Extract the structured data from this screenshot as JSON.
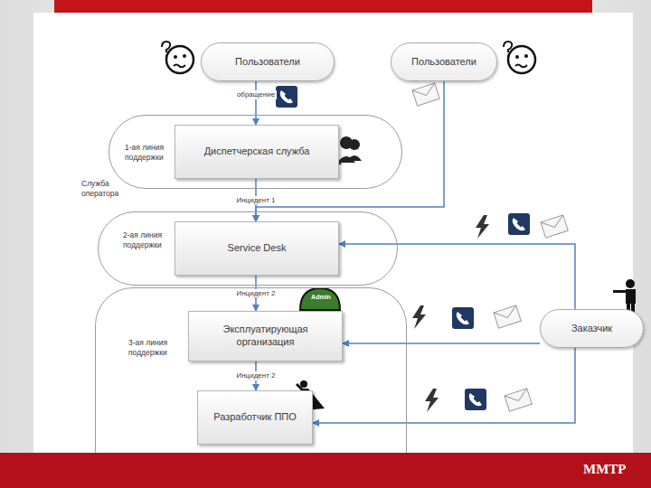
{
  "diagram": {
    "nodes": [
      {
        "text": [
          "Пользователи"
        ]
      },
      {
        "text": [
          "Пользователи"
        ]
      },
      {
        "text": [
          "1-ая линия поддержки"
        ]
      },
      {
        "text": [
          "Диспетчерская служба"
        ],
        "in": 2
      },
      {
        "text": [
          "2-ая линия поддержки"
        ]
      },
      {
        "text": [
          "Service Desk"
        ],
        "in": 4
      },
      {
        "text": [
          "3-ая линия поддержки"
        ]
      },
      {
        "text": [
          "Эксплуатирующая организация"
        ],
        "in": 6
      },
      {
        "text": [
          "Разработчик ППО"
        ],
        "in": 6
      },
      {
        "text": [
          "Заказчик"
        ]
      }
    ],
    "edges": [
      {
        "from": 0,
        "to": 3,
        "label": "обращение",
        "arrow": "to"
      },
      {
        "from": 1,
        "to": 5,
        "arrow": "to"
      },
      {
        "from": 3,
        "to": 5,
        "label": "Инцидент 1",
        "arrow": "to"
      },
      {
        "from": 5,
        "to": 7,
        "label": "Инцидент 2",
        "arrow": "to"
      },
      {
        "from": 7,
        "to": 8,
        "label": "Инцидент 2",
        "arrow": "to"
      },
      {
        "from": 9,
        "to": 5,
        "arrow": "to"
      },
      {
        "from": 9,
        "to": 7,
        "arrow": "to"
      },
      {
        "from": 9,
        "to": 8,
        "arrow": "to"
      }
    ],
    "labels": [
      "Служба оператора",
      "Admin",
      "ММТР"
    ]
  }
}
